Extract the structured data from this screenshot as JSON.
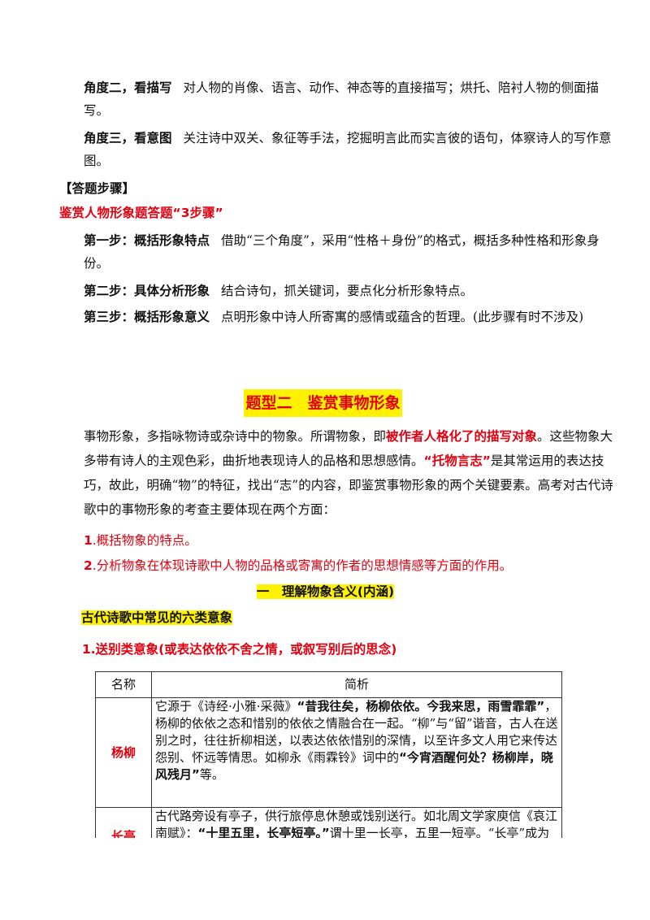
{
  "angles": [
    {
      "label": "角度二，看描写",
      "text": "对人物的肖像、语言、动作、神态等的直接描写；烘托、陪衬人物的侧面描写。"
    },
    {
      "label": "角度三，看意图",
      "text": "关注诗中双关、象征等手法，挖掘明言此而实言彼的语句，体察诗人的写作意图。"
    }
  ],
  "steps_header": "【答题步骤】",
  "steps_subtitle": "鉴赏人物形象题答题“3步骤”",
  "steps": [
    {
      "label": "第一步：概括形象特点",
      "text": "借助“三个角度”，采用“性格＋身份”的格式，概括多种性格和形象身份。"
    },
    {
      "label": "第二步：具体分析形象",
      "text": "结合诗句，抓关键词，要点化分析形象特点。"
    },
    {
      "label": "第三步：概括形象意义",
      "text": "点明形象中诗人所寄寓的感情或蕴含的哲理。(此步骤有时不涉及)"
    }
  ],
  "section_title": "题型二　鉴赏事物形象",
  "intro": {
    "p1": "事物形象，多指咏物诗或杂诗中的物象。所谓物象，即",
    "p1_red": "被作者人格化了的描写对象",
    "p2": "。这些物象大多带有诗人的主观色彩，曲折地表现诗人的品格和思想感情。",
    "p2_red": "“托物言志”",
    "p3": "是其常运用的表达技巧，故此，明确“物”的特征，找出“志”的内容，即鉴赏事物形象的两个关键要素。高考对古代诗歌中的事物形象的考查主要体现在两个方面："
  },
  "points": [
    {
      "num": "1",
      "text": ".概括物象的特点。"
    },
    {
      "num": "2",
      "text": ".分析物象在体现诗歌中人物的品格或寄寓的作者的思想情感等方面的作用。"
    }
  ],
  "sub_title": "一　理解物象含义(内涵)",
  "six_types_title": "古代诗歌中常见的六类意象",
  "category_title": "1.送别类意象(或表达依依不舍之情，或叙写别后的思念)",
  "table": {
    "headers": [
      "名称",
      "简析"
    ],
    "rows": [
      {
        "name": "杨柳",
        "d1": "它源于《诗经·小雅·采薇》",
        "d1_bold": "“昔我往矣，杨柳依依。今我来思，雨雪霏霏”",
        "d2": "，杨柳的依依之态和惜别的依依之情融合在一起。“柳”与“留”谐音，古人在送别之时，往往折柳相送，以表达依依惜别的深情，以至许多文人用它来传达怨别、怀远等情思。如柳永《雨霖铃》词中的",
        "d2_bold": "“今宵酒醒何处？杨柳岸，晓风残月”",
        "d3": "等。"
      },
      {
        "name": "长亭",
        "d1": "古代路旁设有亭子，供行旅停息休憩或饯别送行。如北周文学家庾信《哀江南赋》：",
        "d1_bold": "“十里五里，长亭短亭。”",
        "d2": "谓十里一长亭，五里一短亭。“长亭”成为一个蕴含着依依惜别之情的意象，在古代送别诗词",
        "d2_bold": "",
        "d3": ""
      }
    ]
  }
}
